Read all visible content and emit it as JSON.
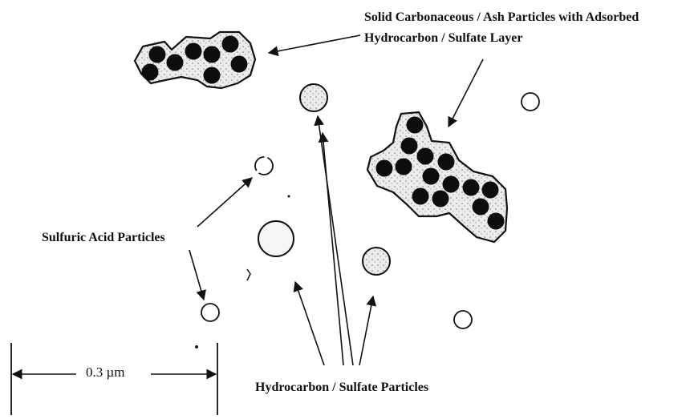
{
  "diagram": {
    "labels": {
      "adsorbed_line1": "Solid Carbonaceous / Ash  Particles with Adsorbed",
      "adsorbed_line2": "Hydrocarbon / Sulfate Layer",
      "sulfuric": "Sulfuric Acid Particles",
      "hydrocarbon": "Hydrocarbon / Sulfate Particles",
      "scale": "0.3 µm"
    },
    "colors": {
      "ink": "#111111",
      "cluster_fill": "#e6e6e6",
      "core_fill": "#0d0d0d",
      "background": "#ffffff"
    }
  }
}
